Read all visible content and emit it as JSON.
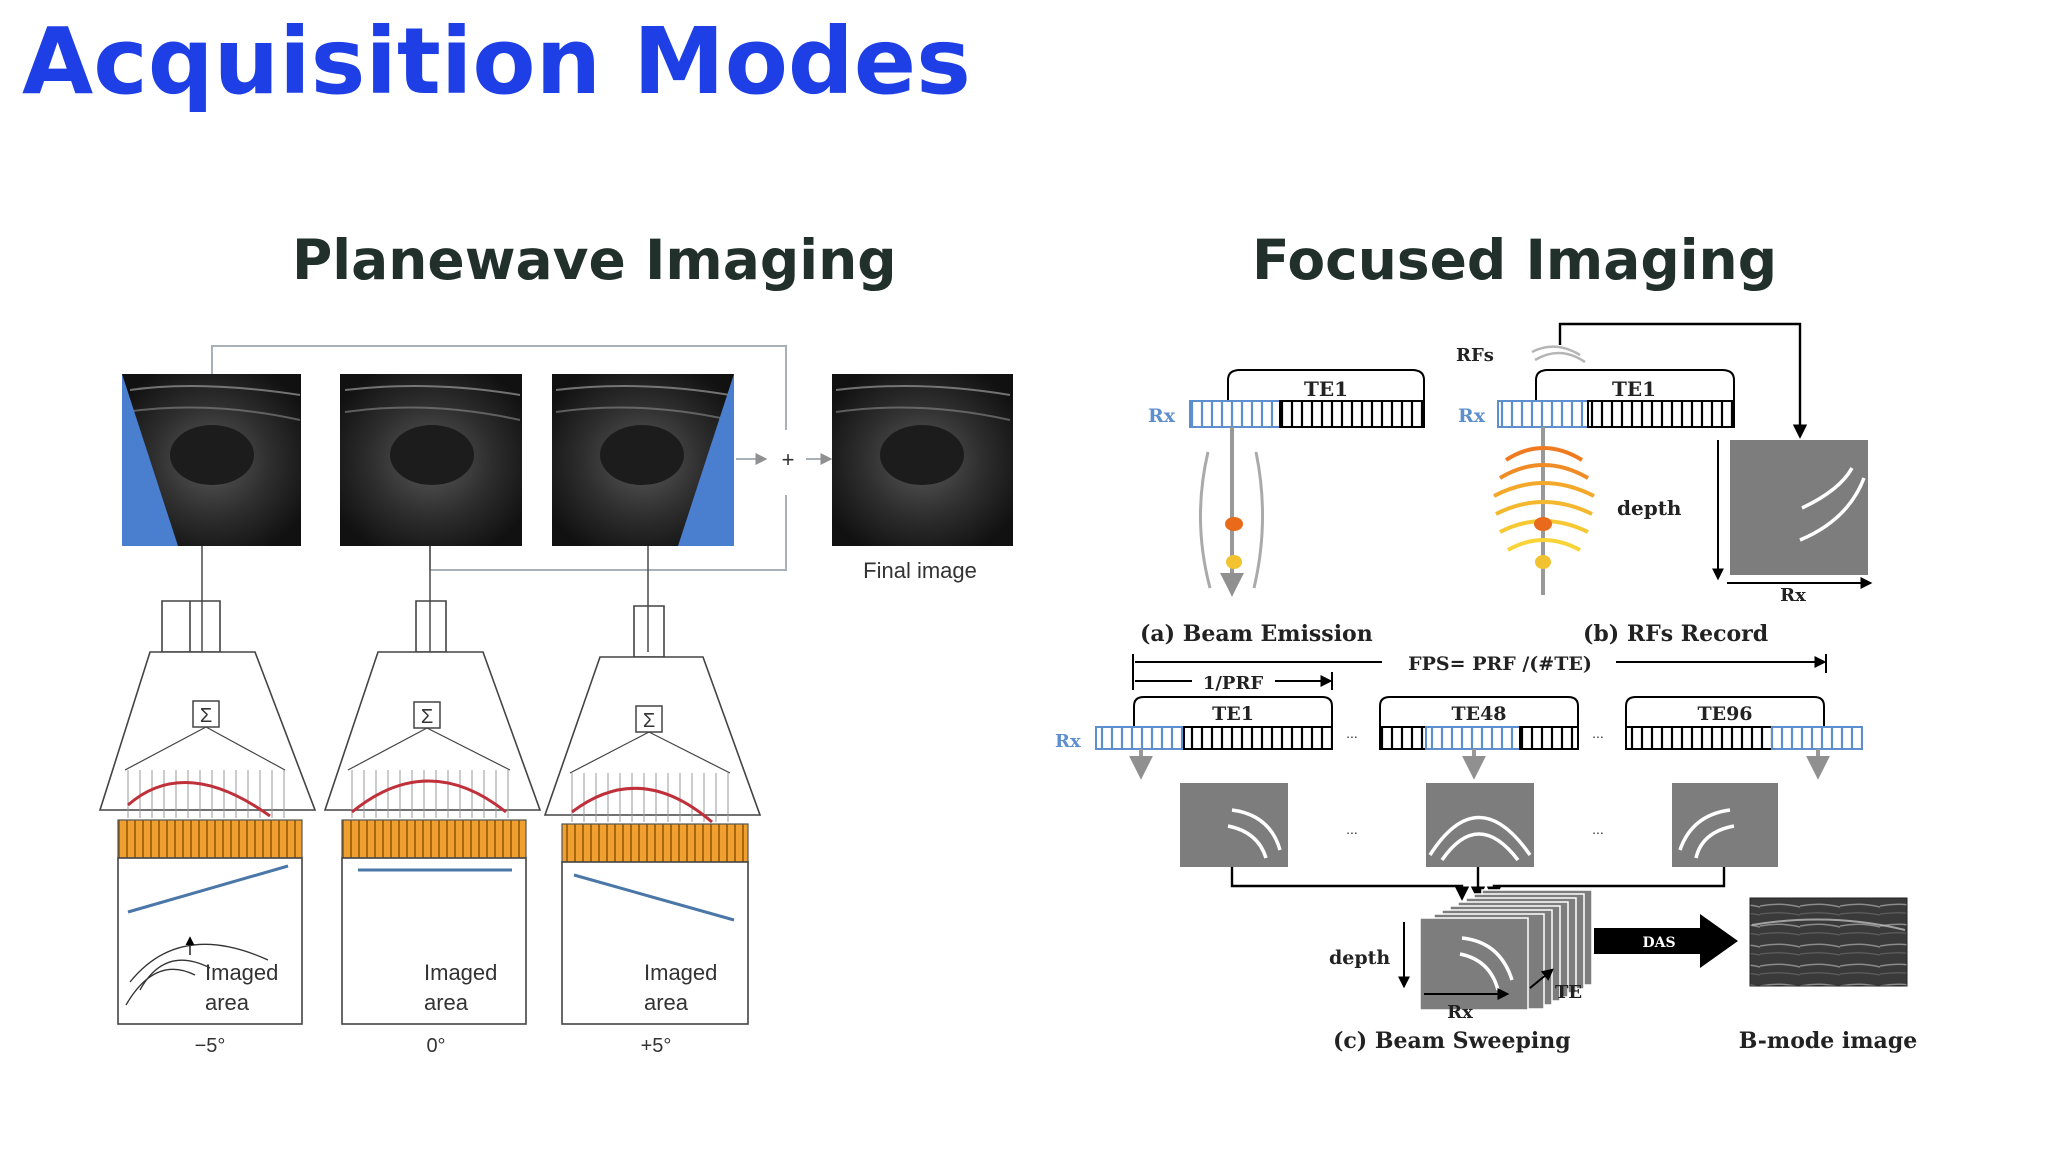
{
  "slide": {
    "title": "Acquisition Modes"
  },
  "planewave": {
    "title": "Planewave Imaging",
    "final_image_label": "Final image",
    "plus_symbol": "+",
    "sum_symbol": "Σ",
    "imaged_area_line1": "Imaged",
    "imaged_area_line2": "area",
    "angles": [
      "−5°",
      "0°",
      "+5°"
    ]
  },
  "focused": {
    "title": "Focused Imaging",
    "rx_label": "Rx",
    "rfs_label": "RFs",
    "te1_label": "TE1",
    "te48_label": "TE48",
    "te96_label": "TE96",
    "depth_label": "depth",
    "te_axis_label": "TE",
    "beam_emission_caption": "(a) Beam Emission",
    "rfs_record_caption": "(b) RFs Record",
    "beam_sweeping_caption": "(c) Beam Sweeping",
    "fps_formula": "FPS= PRF /(#TE)",
    "prf_label": "1/PRF",
    "ellipsis": "...",
    "das_label": "DAS",
    "bmode_caption": "B-mode image"
  },
  "colors": {
    "title_blue": "#1f3fe6",
    "section_title": "#22302c",
    "wedge_blue": "#4a7fcf",
    "element_orange": "#f0a030",
    "curve_red": "#c0303a",
    "rx_blue": "#5d8fcf",
    "panel_gray": "#7d7d7d"
  }
}
